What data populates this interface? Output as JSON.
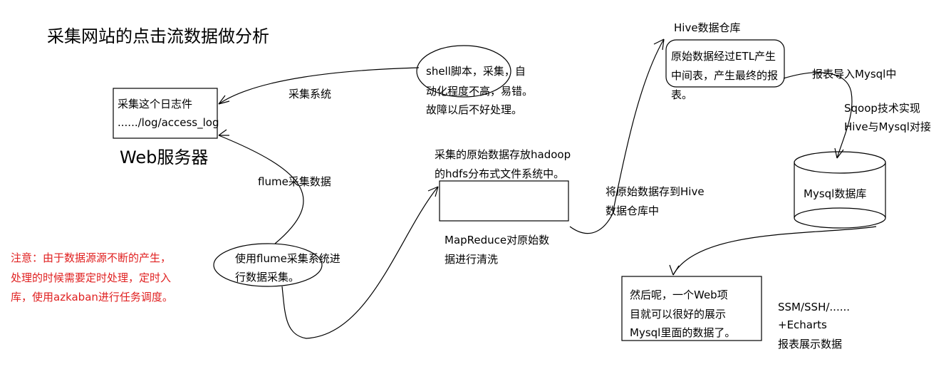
{
  "title": "采集网站的点击流数据做分析",
  "web_server": {
    "box_line1": "采集这个日志件",
    "box_line2": "....../log/access_log",
    "label": "Web服务器"
  },
  "shell": {
    "line1": "shell脚本，采集，自",
    "line2": "动化程度不高，易错。",
    "line3": "故障以后不好处理。"
  },
  "collect_system_label": "采集系统",
  "flume_label": "flume采集数据",
  "flume_ellipse": {
    "line1": "使用flume采集系统进",
    "line2": "行数据采集。"
  },
  "note": {
    "line1": "注意：由于数据源源不断的产生，",
    "line2": "处理的时候需要定时处理，定时入",
    "line3": "库，使用azkaban进行任务调度。"
  },
  "hdfs": {
    "line1": "采集的原始数据存放hadoop",
    "line2": "的hdfs分布式文件系统中。"
  },
  "mapreduce": {
    "line1": "MapReduce对原始数",
    "line2": "据进行清洗"
  },
  "to_hive": {
    "line1": "将原始数据存到Hive",
    "line2": "数据仓库中"
  },
  "hive": {
    "title": "Hive数据仓库",
    "line1": "原始数据经过ETL产生",
    "line2": "中间表，产生最终的报",
    "line3": "表。"
  },
  "export_label": "报表导入Mysql中",
  "sqoop": {
    "line1": "Sqoop技术实现",
    "line2": "Hive与Mysql对接"
  },
  "mysql_label": "Mysql数据库",
  "web_project": {
    "line1": "然后呢，一个Web项",
    "line2": "目就可以很好的展示",
    "line3": "Mysql里面的数据了。"
  },
  "ssm": {
    "line1": "SSM/SSH/......",
    "line2": "+Echarts",
    "line3": "报表展示数据"
  },
  "colors": {
    "ink": "#000000",
    "note": "#e02020",
    "background": "#ffffff"
  }
}
